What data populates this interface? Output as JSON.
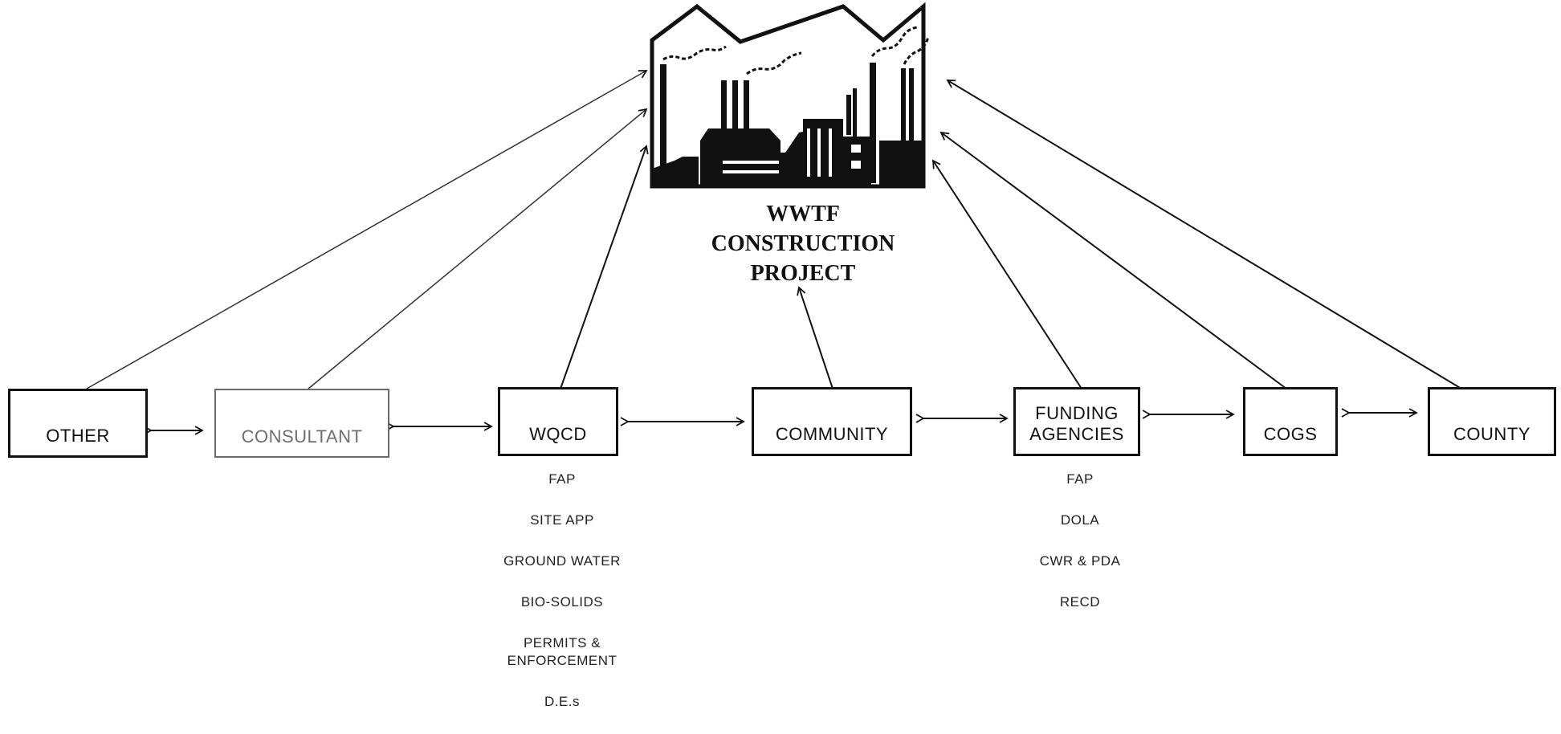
{
  "project": {
    "title": "WWTF\nCONSTRUCTION\nPROJECT",
    "icon": "factory-icon"
  },
  "nodes": {
    "other": "OTHER",
    "consultant": "CONSULTANT",
    "wqcd": "WQCD",
    "community": "COMMUNITY",
    "funding": "FUNDING\nAGENCIES",
    "cogs": "COGS",
    "county": "COUNTY"
  },
  "wqcd_items": [
    "FAP",
    "SITE APP",
    "GROUND WATER",
    "BIO-SOLIDS",
    "PERMITS &\nENFORCEMENT",
    "D.E.s"
  ],
  "funding_items": [
    "FAP",
    "DOLA",
    "CWR & PDA",
    "RECD"
  ]
}
